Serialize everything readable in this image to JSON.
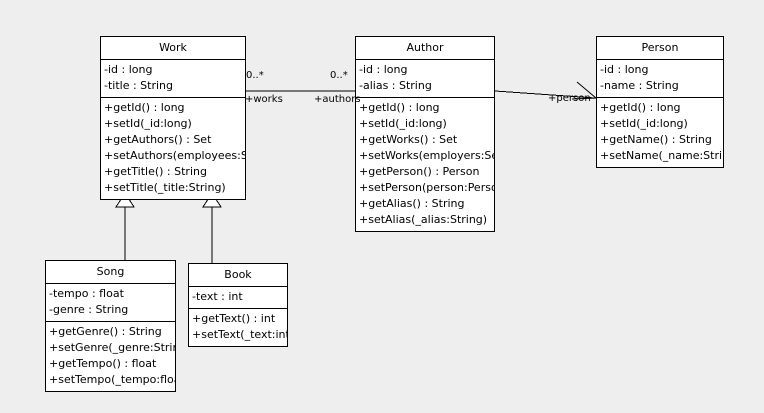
{
  "diagram": {
    "kind": "uml-class-diagram",
    "background_color": "#eeeeee",
    "box_fill": "#ffffff",
    "line_color": "#000000"
  },
  "classes": {
    "work": {
      "name": "Work",
      "attributes": [
        "-id : long",
        "-title : String"
      ],
      "operations": [
        "+getId() : long",
        "+setId(_id:long)",
        "+getAuthors() : Set",
        "+setAuthors(employees:Set)",
        "+getTitle() : String",
        "+setTitle(_title:String)"
      ]
    },
    "author": {
      "name": "Author",
      "attributes": [
        "-id : long",
        "-alias : String"
      ],
      "operations": [
        "+getId() : long",
        "+setId(_id:long)",
        "+getWorks() : Set",
        "+setWorks(employers:Set)",
        "+getPerson() : Person",
        "+setPerson(person:Person)",
        "+getAlias() : String",
        "+setAlias(_alias:String)"
      ]
    },
    "person": {
      "name": "Person",
      "attributes": [
        "-id : long",
        "-name : String"
      ],
      "operations": [
        "+getId() : long",
        "+setId(_id:long)",
        "+getName() : String",
        "+setName(_name:String)"
      ]
    },
    "song": {
      "name": "Song",
      "attributes": [
        "-tempo : float",
        "-genre : String"
      ],
      "operations": [
        "+getGenre() : String",
        "+setGenre(_genre:String)",
        "+getTempo() : float",
        "+setTempo(_tempo:float)"
      ]
    },
    "book": {
      "name": "Book",
      "attributes": [
        "-text : int"
      ],
      "operations": [
        "+getText() : int",
        "+setText(_text:int)"
      ]
    }
  },
  "relationships": {
    "work_author": {
      "type": "association",
      "source": "Work",
      "target": "Author",
      "source_multiplicity": "0..*",
      "target_multiplicity": "0..*",
      "source_role": "+works",
      "target_role": "+authors"
    },
    "author_person": {
      "type": "directed-association",
      "source": "Author",
      "target": "Person",
      "target_role": "+person"
    },
    "song_work": {
      "type": "generalization",
      "source": "Song",
      "target": "Work"
    },
    "book_work": {
      "type": "generalization",
      "source": "Book",
      "target": "Work"
    }
  }
}
